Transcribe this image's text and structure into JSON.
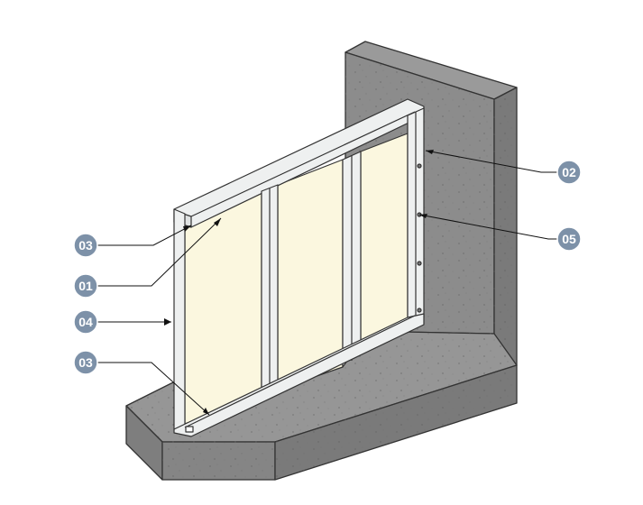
{
  "callouts": [
    {
      "id": "c-02a",
      "label": "02"
    },
    {
      "id": "c-05",
      "label": "05"
    },
    {
      "id": "c-03a",
      "label": "03"
    },
    {
      "id": "c-01",
      "label": "01"
    },
    {
      "id": "c-04",
      "label": "04"
    },
    {
      "id": "c-03b",
      "label": "03"
    }
  ],
  "colors": {
    "badge": "#7d91a8",
    "concrete": "#8c8c8c",
    "panel": "#fbf7df",
    "frame": "#eef0f0"
  }
}
